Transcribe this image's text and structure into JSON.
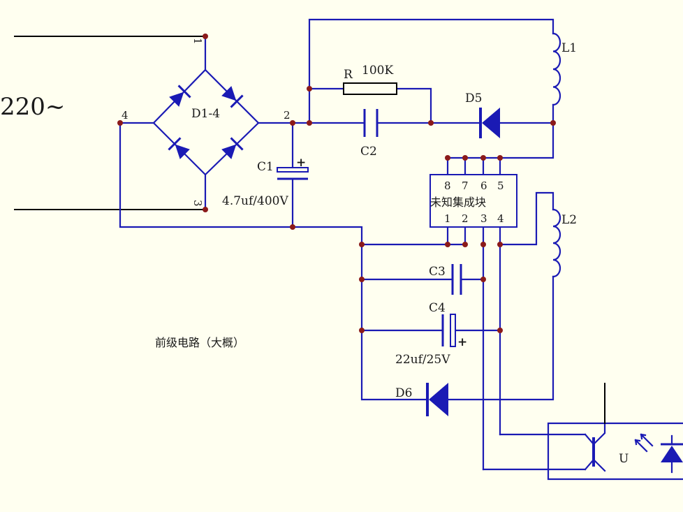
{
  "input": {
    "voltage_label": "220~"
  },
  "bridge": {
    "label": "D1-4",
    "pins": [
      "1",
      "2",
      "3",
      "4"
    ]
  },
  "components": {
    "r": "R",
    "r_value": "100K",
    "c1": "C1",
    "c1_value": "4.7uf/400V",
    "c2": "C2",
    "c3": "C3",
    "c4": "C4",
    "c4_value": "22uf/25V",
    "d5": "D5",
    "d6": "D6",
    "l1": "L1",
    "l2": "L2",
    "u": "U",
    "plus": "+"
  },
  "ic": {
    "title": "未知集成块",
    "top_pins": [
      "8",
      "7",
      "6",
      "5"
    ],
    "bottom_pins": [
      "1",
      "2",
      "3",
      "4"
    ]
  },
  "note": "前级电路（大概）",
  "colors": {
    "wire": "#1A1AB4",
    "junction": "#8B1A1A",
    "background": "#FFFFF0"
  }
}
